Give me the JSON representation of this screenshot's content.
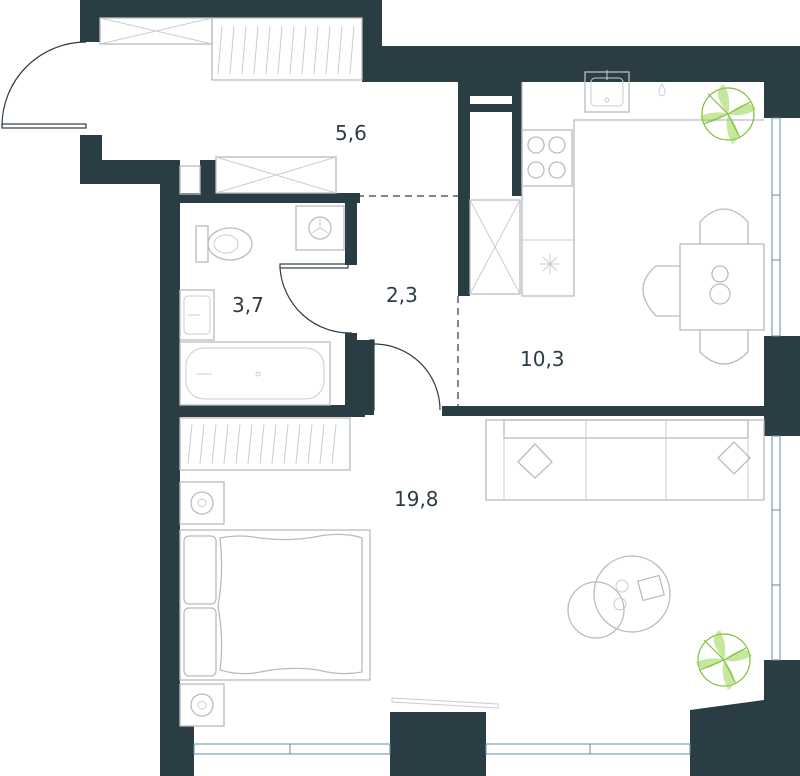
{
  "rooms": [
    {
      "id": "hall",
      "area": "5,6"
    },
    {
      "id": "bathroom",
      "area": "3,7"
    },
    {
      "id": "corridor",
      "area": "2,3"
    },
    {
      "id": "kitchen",
      "area": "10,3"
    },
    {
      "id": "living",
      "area": "19,8"
    }
  ],
  "colors": {
    "walls": "#2b3d44",
    "furniture": "#b8bcbf",
    "windows": "#5e8fa6",
    "plants": "#7fbf3a",
    "background": "#ffffff"
  },
  "icons": {
    "plants": "potted-plant-icon",
    "sink": "sink-icon",
    "stove": "stove-icon",
    "fridge": "fridge-icon",
    "toilet": "toilet-icon",
    "bathtub": "bathtub-icon",
    "washer": "washing-machine-icon",
    "bed": "double-bed-icon",
    "sofa": "sofa-icon",
    "table": "dining-table-icon",
    "lamp": "lamp-icon"
  }
}
